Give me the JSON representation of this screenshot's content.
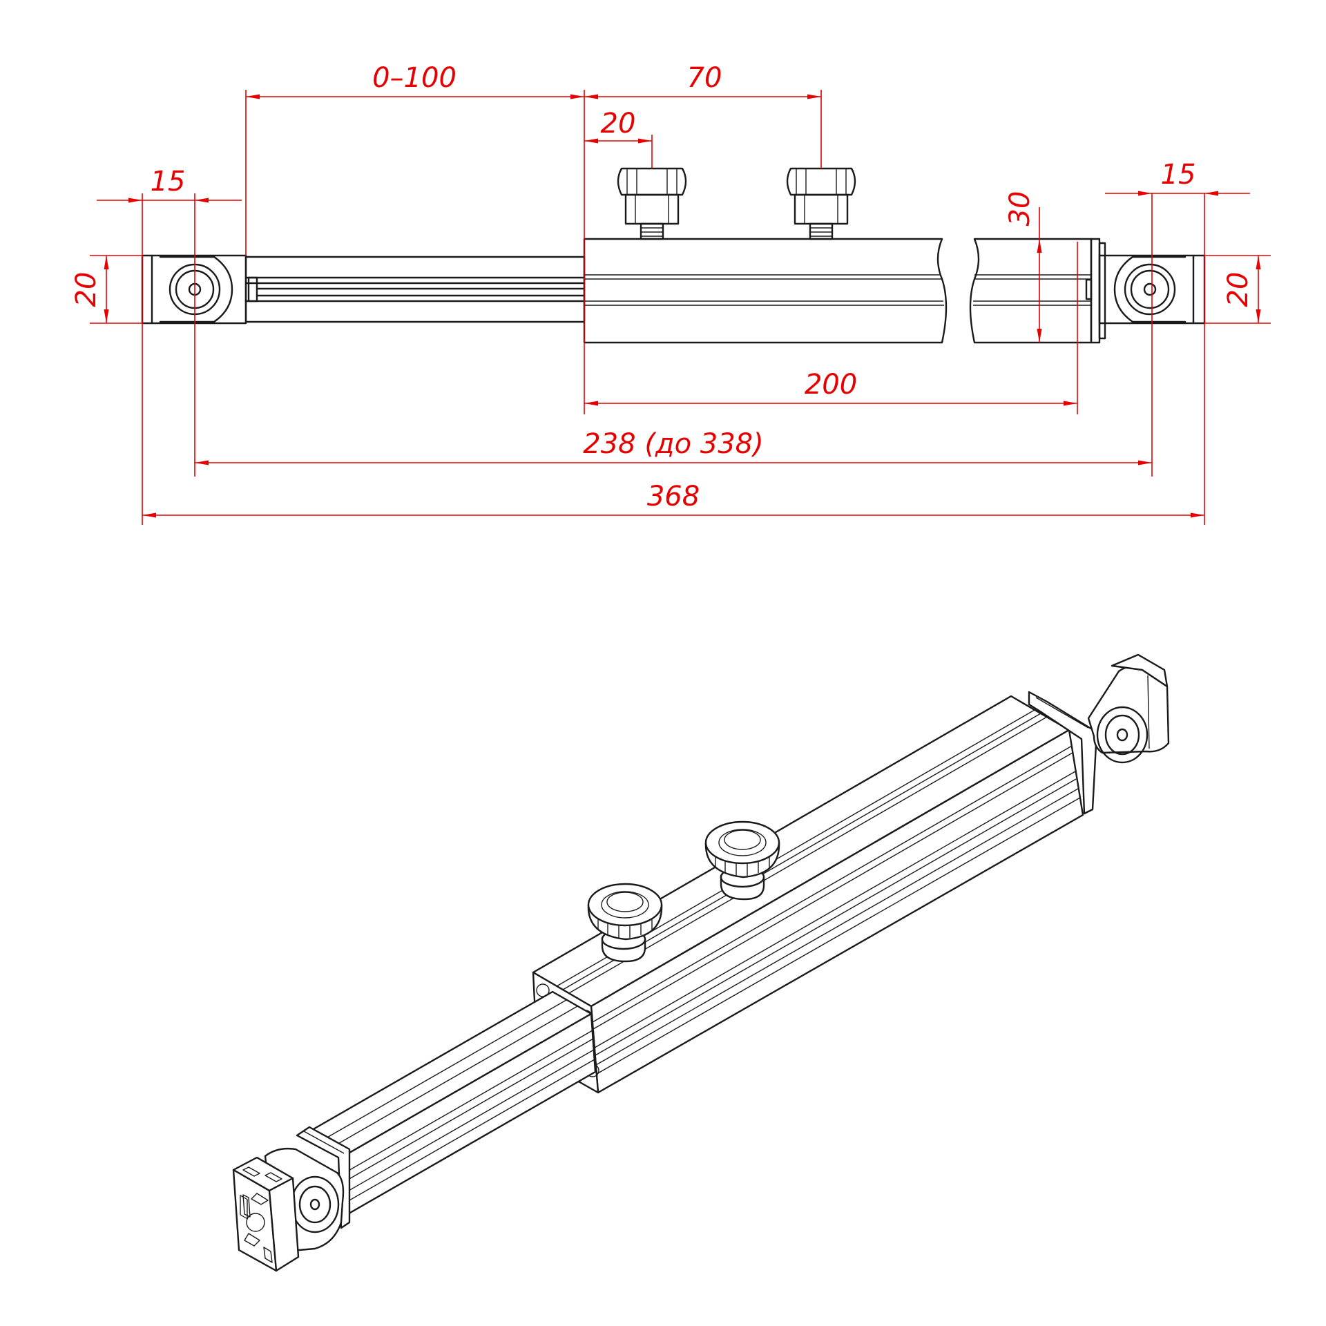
{
  "colors": {
    "dimension": "#e60000",
    "outline": "#1a1a1a",
    "background": "#ffffff"
  },
  "dimensions": {
    "stroke_range": "0–100",
    "knob_spacing": "70",
    "knob_offset": "20",
    "left_end_offset": "15",
    "right_end_offset": "15",
    "end_height_left": "20",
    "end_height_right": "20",
    "body_height": "30",
    "body_length": "200",
    "center_length": "238 (до 338)",
    "overall_length": "368"
  }
}
